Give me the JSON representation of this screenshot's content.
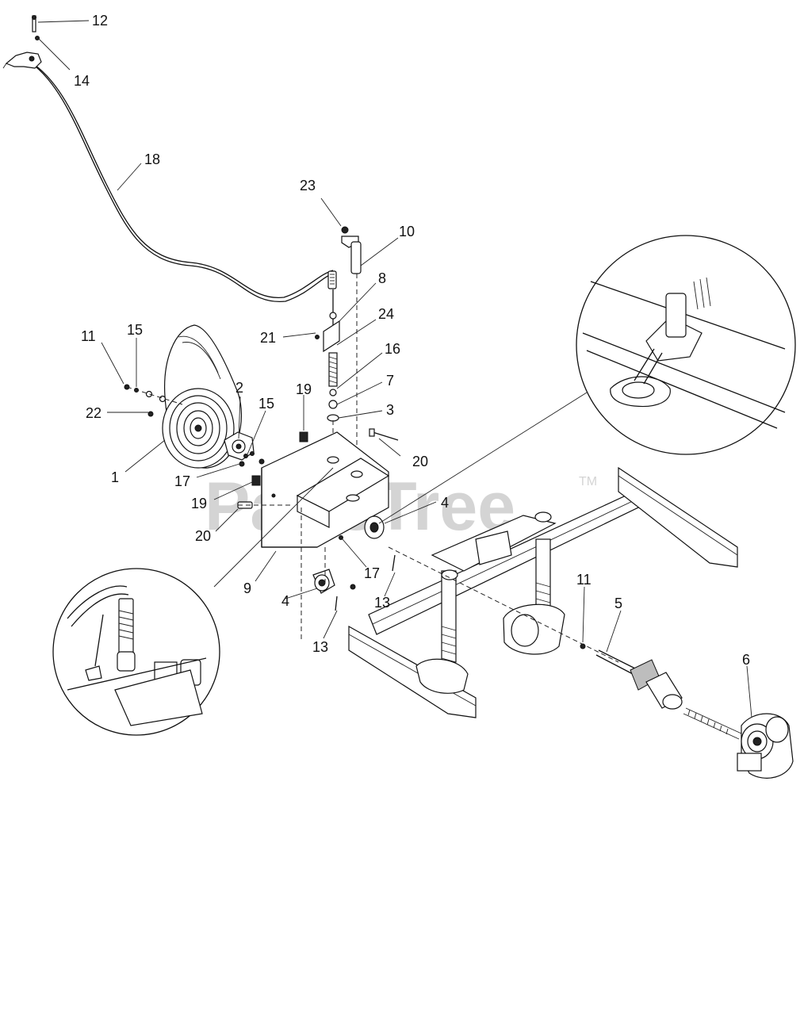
{
  "watermark": {
    "text": "PartsTree",
    "trademark": "TM"
  },
  "callouts": [
    {
      "id": "c12a",
      "label": "12"
    },
    {
      "id": "c14",
      "label": "14"
    },
    {
      "id": "c18",
      "label": "18"
    },
    {
      "id": "c23",
      "label": "23"
    },
    {
      "id": "c10",
      "label": "10"
    },
    {
      "id": "c8",
      "label": "8"
    },
    {
      "id": "c21",
      "label": "21"
    },
    {
      "id": "c24",
      "label": "24"
    },
    {
      "id": "c16",
      "label": "16"
    },
    {
      "id": "c7",
      "label": "7"
    },
    {
      "id": "c3",
      "label": "3"
    },
    {
      "id": "c11a",
      "label": "11"
    },
    {
      "id": "c15a",
      "label": "15"
    },
    {
      "id": "c22",
      "label": "22"
    },
    {
      "id": "c2",
      "label": "2"
    },
    {
      "id": "c15b",
      "label": "15"
    },
    {
      "id": "c19a",
      "label": "19"
    },
    {
      "id": "c20a",
      "label": "20"
    },
    {
      "id": "c1",
      "label": "1"
    },
    {
      "id": "c17a",
      "label": "17"
    },
    {
      "id": "c19b",
      "label": "19"
    },
    {
      "id": "c20b",
      "label": "20"
    },
    {
      "id": "c4a",
      "label": "4"
    },
    {
      "id": "c9",
      "label": "9"
    },
    {
      "id": "c17b",
      "label": "17"
    },
    {
      "id": "c13a",
      "label": "13"
    },
    {
      "id": "c4b",
      "label": "4"
    },
    {
      "id": "c13b",
      "label": "13"
    },
    {
      "id": "c11b",
      "label": "11"
    },
    {
      "id": "c5",
      "label": "5"
    },
    {
      "id": "c6",
      "label": "6"
    }
  ]
}
